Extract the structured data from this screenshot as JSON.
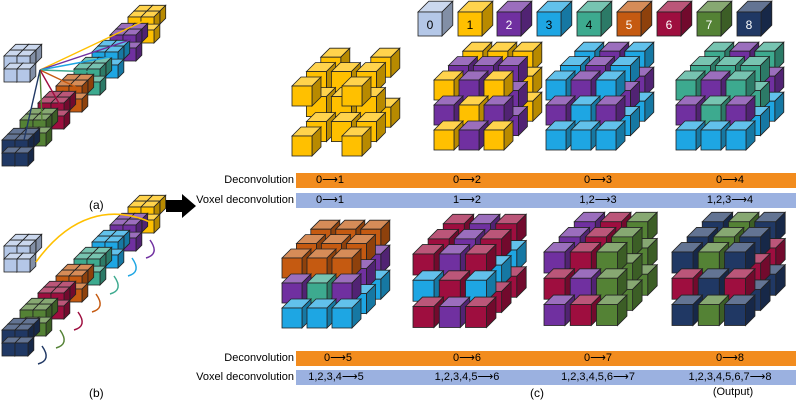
{
  "legend": [
    {
      "label": "0",
      "color": "#b4c7e7"
    },
    {
      "label": "1",
      "color": "#ffc000"
    },
    {
      "label": "2",
      "color": "#7030a0"
    },
    {
      "label": "3",
      "color": "#1ea6e3"
    },
    {
      "label": "4",
      "color": "#3daa8f"
    },
    {
      "label": "5",
      "color": "#c55a11"
    },
    {
      "label": "6",
      "color": "#9e0e3f"
    },
    {
      "label": "7",
      "color": "#548235"
    },
    {
      "label": "8",
      "color": "#203864"
    }
  ],
  "rows": {
    "deconvolution_label": "Deconvolution",
    "voxel_label": "Voxel deconvolution",
    "deconv_color": "#f28c1e",
    "voxel_color": "#9bb1e0"
  },
  "top_steps": {
    "deconvolution": [
      "0⟶1",
      "0⟶2",
      "0⟶3",
      "0⟶4"
    ],
    "voxel": [
      "0⟶1",
      "1⟶2",
      "1,2⟶3",
      "1,2,3⟶4"
    ]
  },
  "bottom_steps": {
    "deconvolution": [
      "0⟶5",
      "0⟶6",
      "0⟶7",
      "0⟶8"
    ],
    "voxel": [
      "1,2,3,4⟶5",
      "1,2,3,4,5⟶6",
      "1,2,3,4,5,6⟶7",
      "1,2,3,4,5,6,7⟶8"
    ]
  },
  "output_caption": "(Output)",
  "panels": {
    "a": "(a)",
    "b": "(b)",
    "c": "(c)"
  }
}
